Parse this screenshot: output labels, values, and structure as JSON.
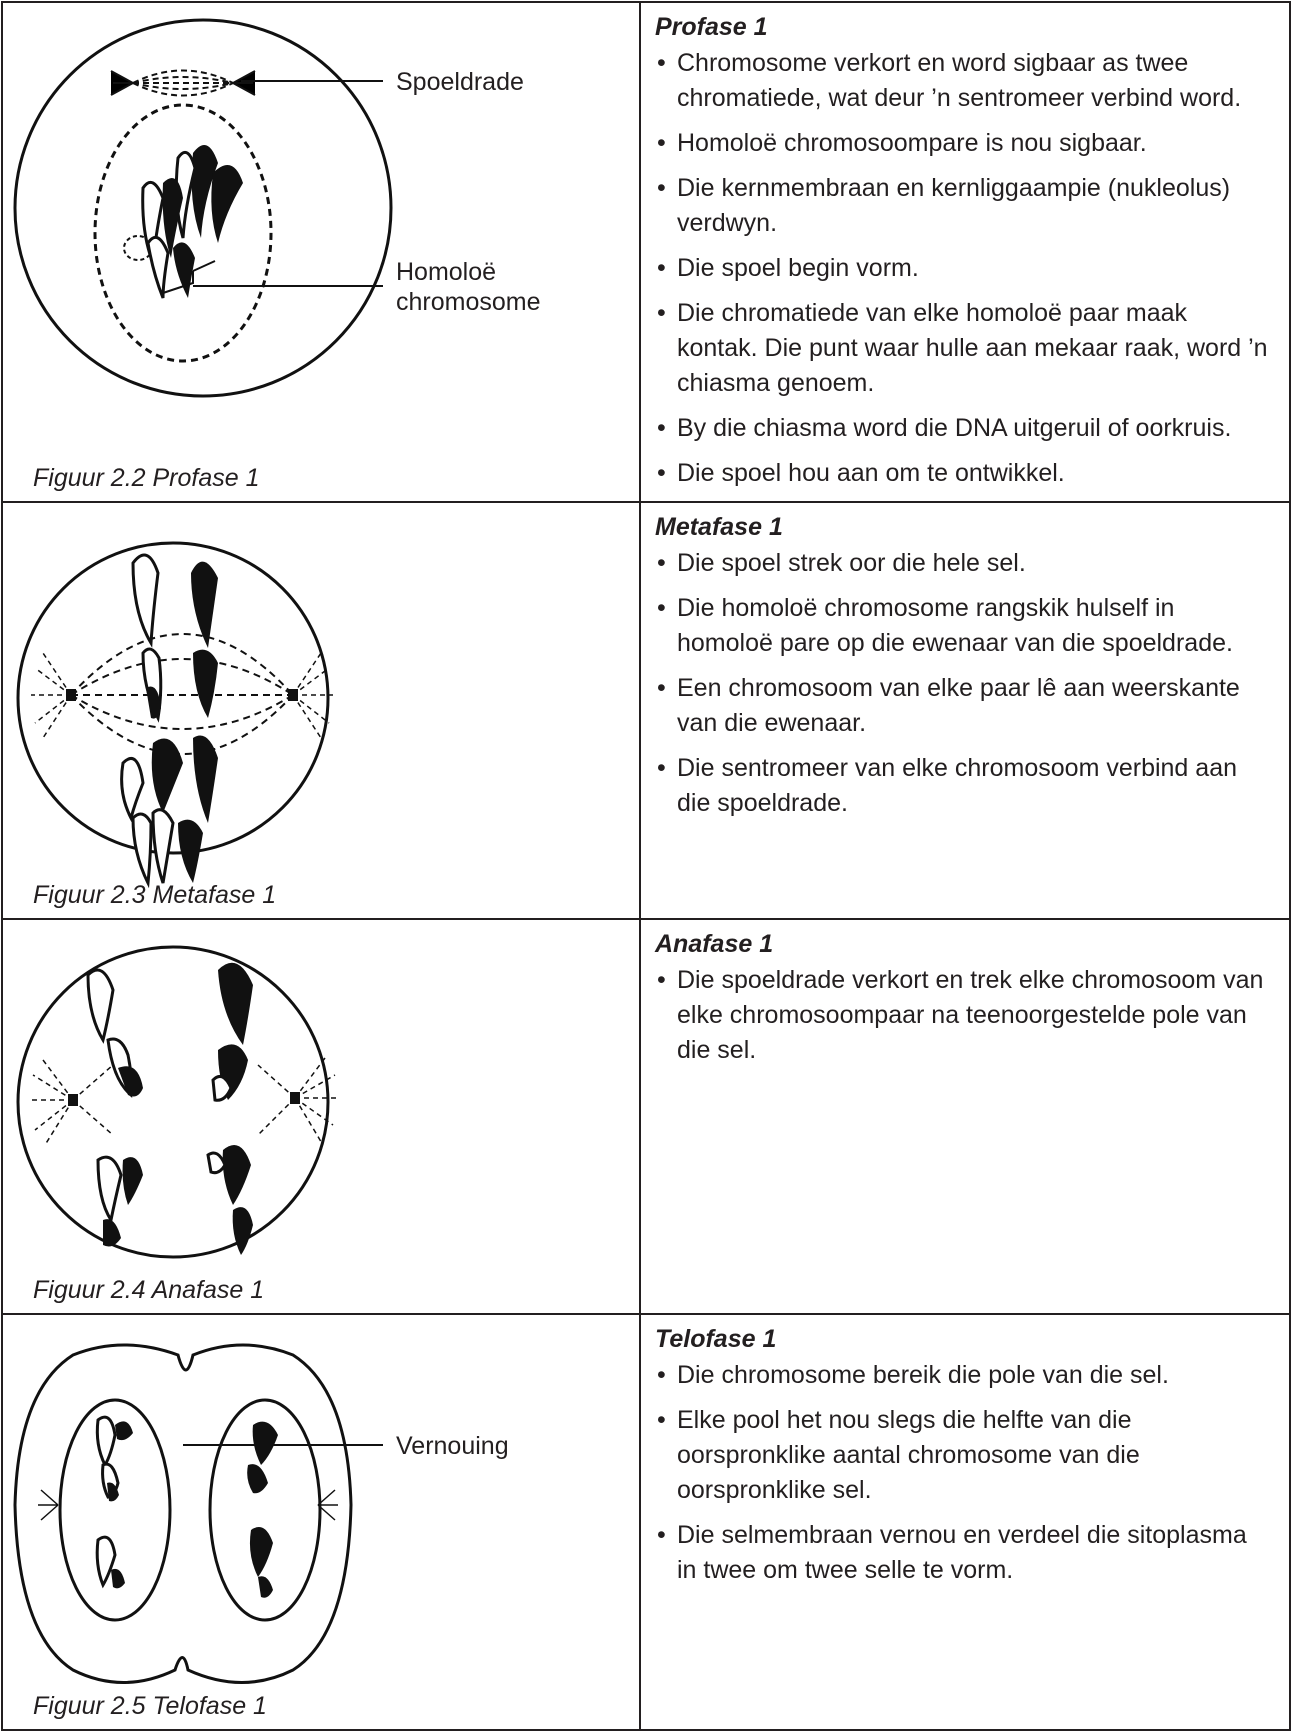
{
  "rows": [
    {
      "title": "Profase 1",
      "caption": "Figuur 2.2 Profase 1",
      "labels": [
        "Spoeldrade",
        "Homoloë",
        "chromosome"
      ],
      "bullets": [
        "Chromosome verkort en word sigbaar as twee chromatiede, wat deur ’n sentromeer verbind word.",
        "Homoloë chromosoompare is nou sigbaar.",
        "Die kernmembraan en kernliggaampie (nukleolus) verdwyn.",
        "Die spoel begin vorm.",
        "Die chromatiede van elke homoloë paar maak kontak. Die punt waar hulle aan mekaar raak, word ’n chiasma genoem.",
        "By die chiasma word die DNA uitgeruil of oorkruis.",
        "Die spoel hou aan om te ontwikkel."
      ]
    },
    {
      "title": "Metafase 1",
      "caption": "Figuur 2.3 Metafase 1",
      "bullets": [
        "Die spoel strek oor die hele sel.",
        "Die homoloë chromosome rangskik hulself in homoloë pare op die ewenaar van die spoeldrade.",
        "Een chromosoom van elke paar lê aan weerskante van die ewenaar.",
        "Die sentromeer van elke chromosoom verbind aan die spoeldrade."
      ]
    },
    {
      "title": "Anafase 1",
      "caption": "Figuur 2.4 Anafase 1",
      "bullets": [
        "Die spoeldrade verkort en trek elke chromosoom van elke chromosoompaar na teenoorgestelde pole van die sel."
      ]
    },
    {
      "title": "Telofase 1",
      "caption": "Figuur 2.5 Telofase 1",
      "labels": [
        "Vernouing"
      ],
      "bullets": [
        "Die chromosome bereik die pole van die sel.",
        "Elke pool het nou slegs die helfte van die oorspronklike aantal chromosome van die oorspronklike sel.",
        "Die selmembraan vernou en verdeel die sitoplasma in twee om twee selle te vorm."
      ]
    }
  ]
}
